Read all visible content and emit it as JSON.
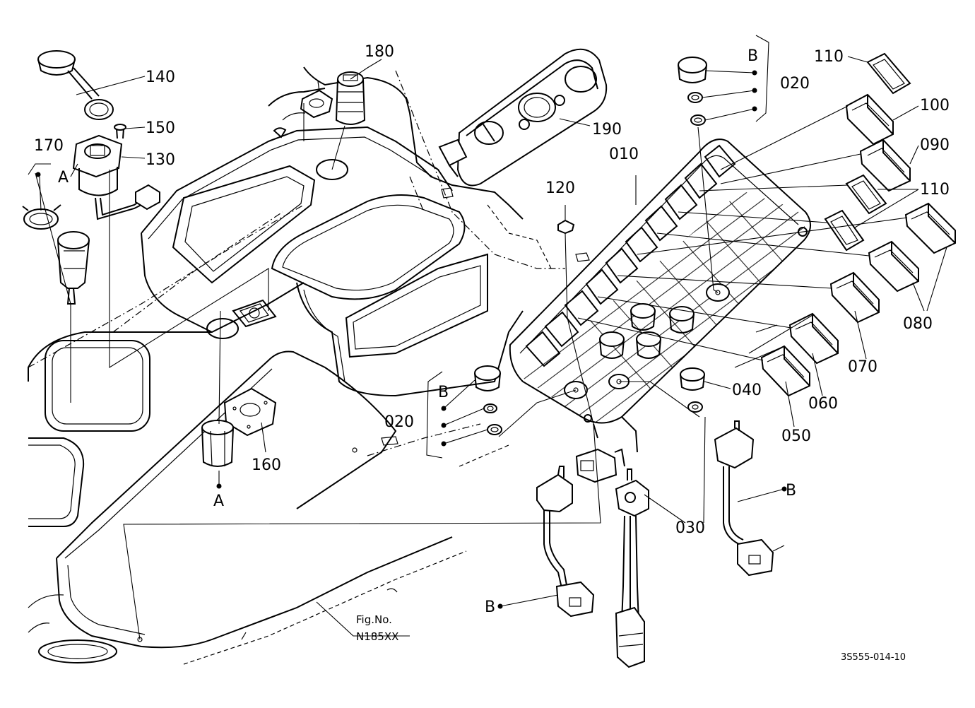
{
  "labels": {
    "p010": "010",
    "p020a": "020",
    "p020b": "020",
    "p030": "030",
    "p040": "040",
    "p050": "050",
    "p060": "060",
    "p070": "070",
    "p080": "080",
    "p090": "090",
    "p100": "100",
    "p110a": "110",
    "p110b": "110",
    "p120": "120",
    "p130": "130",
    "p140": "140",
    "p150": "150",
    "p160": "160",
    "p170": "170",
    "p180": "180",
    "p190": "190"
  },
  "refs": {
    "A1": "A",
    "A2": "A",
    "B1": "B",
    "B2": "B",
    "B3": "B",
    "B4": "B"
  },
  "figure": {
    "line1": "Fig.No.",
    "line2": "N185XX"
  },
  "drawing_number": "3S555-014-10"
}
